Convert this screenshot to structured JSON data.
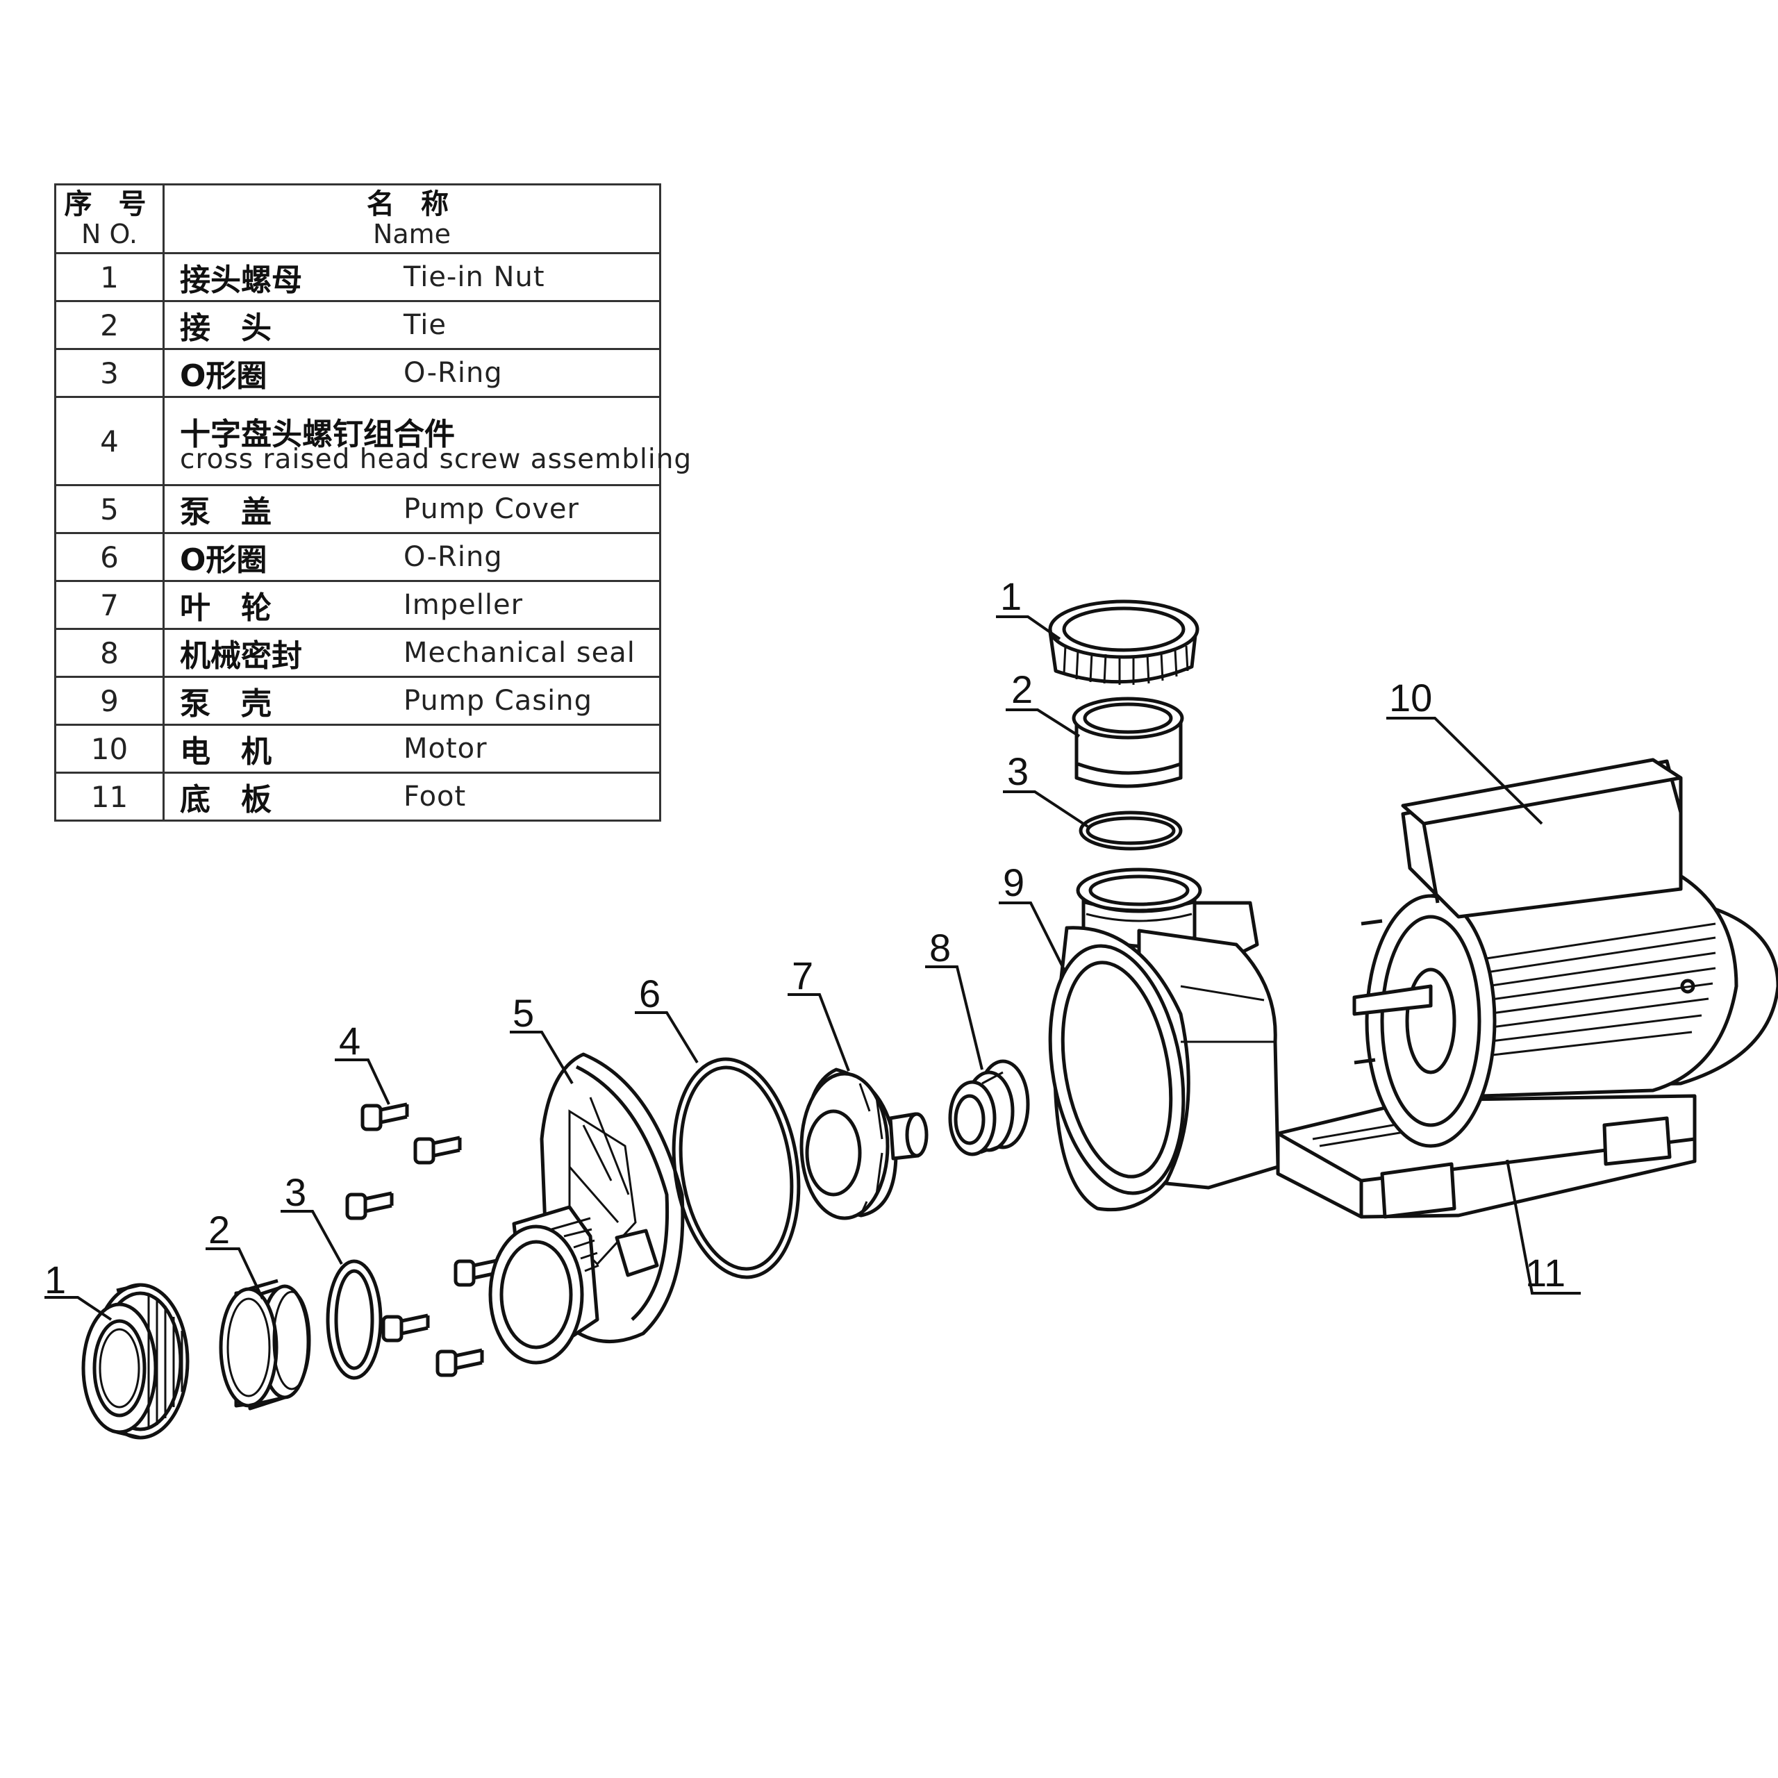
{
  "table": {
    "header": {
      "no_zh": "序 号",
      "no_en": "N O.",
      "name_zh": "名 称",
      "name_en": "Name"
    },
    "rows": [
      {
        "no": "1",
        "zh": "接头螺母",
        "en": "Tie-in Nut"
      },
      {
        "no": "2",
        "zh": "接　头",
        "en": "Tie"
      },
      {
        "no": "3",
        "zh": "O形圈",
        "en": "O-Ring"
      },
      {
        "no": "4",
        "zh": "十字盘头螺钉组合件",
        "en": "cross raised head screw assembling"
      },
      {
        "no": "5",
        "zh": "泵　盖",
        "en": "Pump Cover"
      },
      {
        "no": "6",
        "zh": "O形圈",
        "en": "O-Ring"
      },
      {
        "no": "7",
        "zh": "叶　轮",
        "en": "Impeller"
      },
      {
        "no": "8",
        "zh": "机械密封",
        "en": "Mechanical seal"
      },
      {
        "no": "9",
        "zh": "泵　壳",
        "en": "Pump Casing"
      },
      {
        "no": "10",
        "zh": "电　机",
        "en": "Motor"
      },
      {
        "no": "11",
        "zh": "底　板",
        "en": "Foot"
      }
    ]
  },
  "callouts": {
    "c1a": "1",
    "c2a": "2",
    "c3a": "3",
    "c4": "4",
    "c5": "5",
    "c6": "6",
    "c7": "7",
    "c8": "8",
    "c9": "9",
    "c1b": "1",
    "c2b": "2",
    "c3b": "3",
    "c10": "10",
    "c11": "11"
  }
}
